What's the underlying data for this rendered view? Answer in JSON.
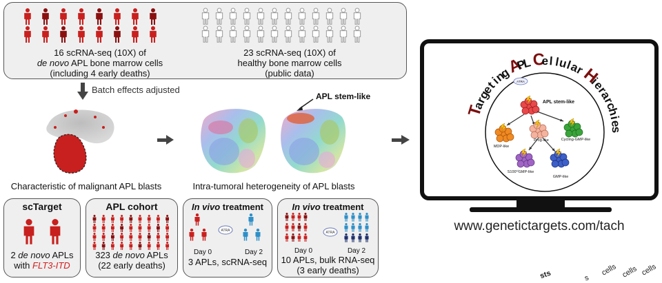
{
  "top_left": {
    "line1": "16 scRNA-seq (10X) of",
    "line2": "de novo",
    "line2b": " APL bone marrow cells",
    "line3": "(including 4 early deaths)"
  },
  "top_right": {
    "line1": "23 scRNA-seq (10X) of",
    "line2": "healthy bone marrow cells",
    "line3": "(public data)"
  },
  "batch": "Batch effects adjusted",
  "malignant_caption": "Characteristic of malignant APL blasts",
  "hetero_caption": "Intra-tumoral heterogeneity of APL blasts",
  "stem_label": "APL stem-like",
  "scTarget": {
    "title": "scTarget",
    "l1a": "2 ",
    "l1b": "de novo",
    "l1c": " APLs",
    "l2a": "with ",
    "l2b": "FLT3-ITD"
  },
  "cohort": {
    "title": "APL cohort",
    "l1a": "323 ",
    "l1b": "de novo",
    "l1c": " APLs",
    "l2": "(22 early deaths)"
  },
  "invivo1": {
    "title_a": "In vivo",
    "title_b": " treatment",
    "day0": "Day 0",
    "day2": "Day 2",
    "atra": "ATRA",
    "caption": "3 APLs, scRNA-seq"
  },
  "invivo2": {
    "title_a": "In vivo",
    "title_b": " treatment",
    "day0": "Day 0",
    "day2": "Day 2",
    "atra": "ATRA",
    "caption1": "10 APLs, bulk RNA-seq",
    "caption2": "(3 early deaths)"
  },
  "monitor": {
    "arc_letters": [
      "T",
      "a",
      "r",
      "g",
      "e",
      "t",
      "i",
      "n",
      "g",
      " ",
      "A",
      "P",
      "L",
      " ",
      "C",
      "e",
      "l",
      "l",
      "u",
      "l",
      "a",
      "r",
      " ",
      "H",
      "i",
      "e",
      "r",
      "a",
      "r",
      "c",
      "h",
      "i",
      "e",
      "s"
    ],
    "atra": "ATRA",
    "stem": "APL stem-like",
    "mdp": "MDP-like",
    "prog": "Prog-like",
    "cycling": "Cycling-GMP-like",
    "s100": "S100ʰⁱGMP-like",
    "gmp": "GMP-like"
  },
  "url": "www.genetictargets.com/tach",
  "cut_labels": [
    "sts",
    "s",
    "cells",
    "cells",
    "cells"
  ],
  "colors": {
    "apl_red": "#c8201e",
    "dark_red": "#8a1010",
    "healthy_grey": "#9a9a9a",
    "treated_blue": "#2f8fc7",
    "dark_navy": "#1d2f6b",
    "title_dark_red": "#7b0f0f"
  }
}
